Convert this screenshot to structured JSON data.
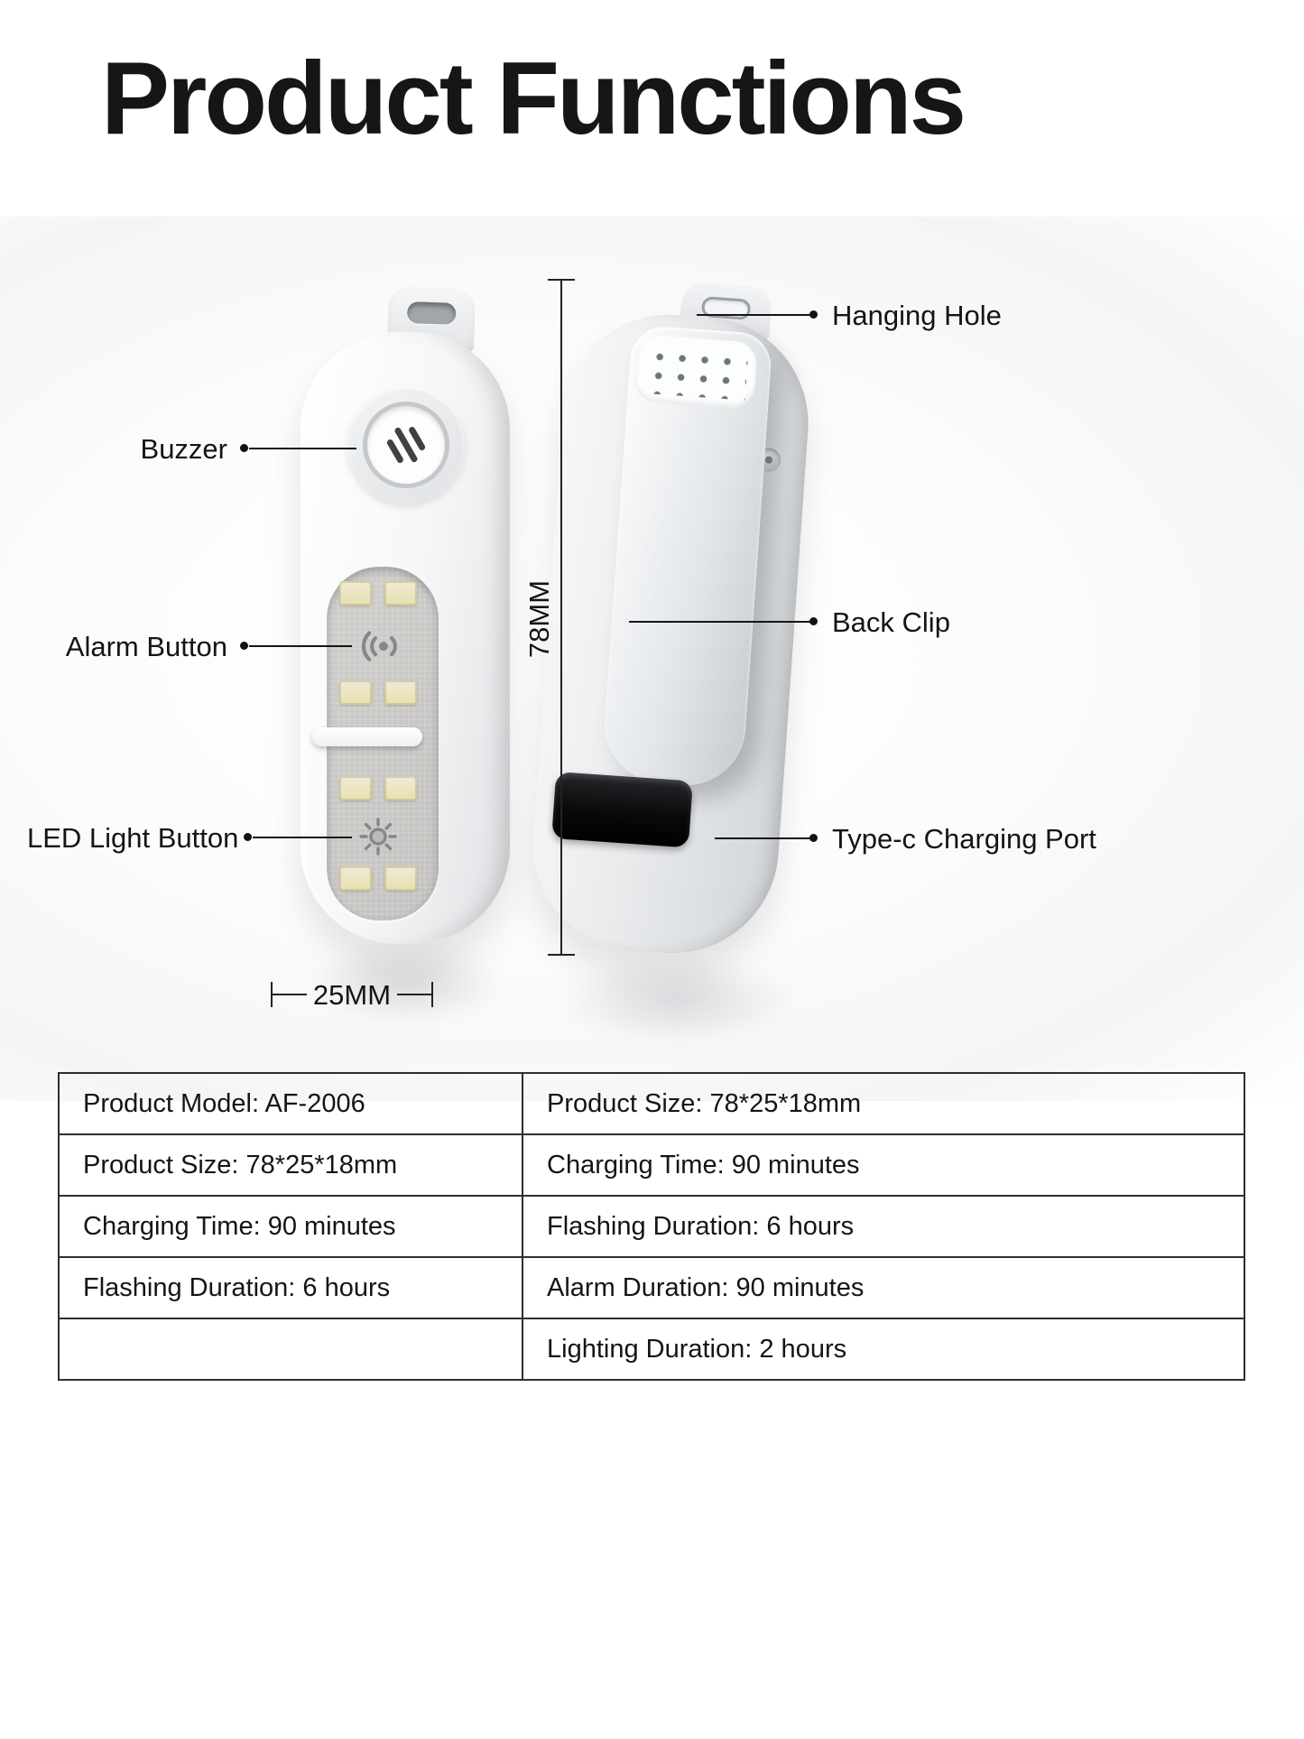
{
  "title": "Product Functions",
  "callouts": {
    "buzzer": "Buzzer",
    "alarm_button": "Alarm Button",
    "led_light_button": "LED Light Button",
    "hanging_hole": "Hanging Hole",
    "back_clip": "Back Clip",
    "type_c_charging_port": "Type-c Charging Port"
  },
  "dimensions": {
    "height_label": "78MM",
    "width_label": "25MM"
  },
  "spec_table": {
    "rows": [
      {
        "left": "Product Model: AF-2006",
        "right": "Product Size: 78*25*18mm"
      },
      {
        "left": "Product Size: 78*25*18mm",
        "right": "Charging Time: 90 minutes"
      },
      {
        "left": "Charging Time: 90 minutes",
        "right": "Flashing Duration: 6 hours"
      },
      {
        "left": "Flashing Duration: 6 hours",
        "right": "Alarm Duration: 90 minutes"
      },
      {
        "left": "",
        "right": "Lighting Duration: 2 hours"
      }
    ]
  },
  "icons": {
    "buzzer": "speaker-vent-icon",
    "alarm_button": "sound-wave-icon",
    "led_light_button": "sun-icon",
    "back_grip": "grip-dots-icon"
  },
  "colors": {
    "led_square": "#e7e0ae",
    "charging_port": "#0a0a0c",
    "line": "#151515",
    "device_body": "#f2f3f5"
  }
}
